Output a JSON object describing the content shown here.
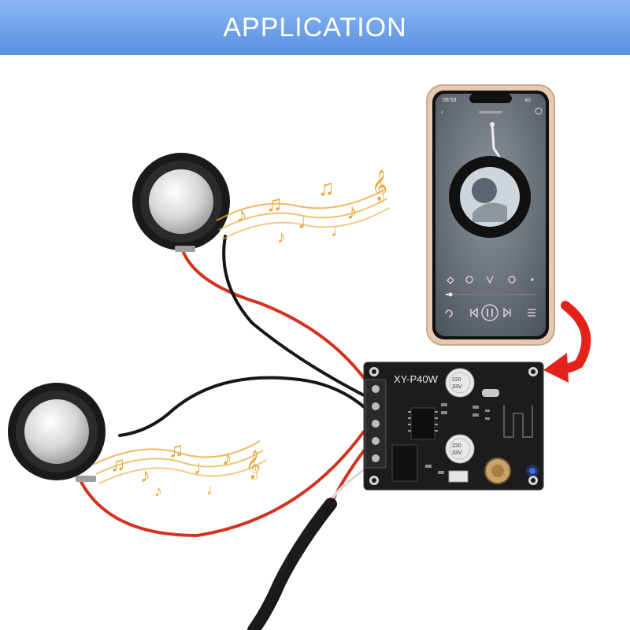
{
  "banner": {
    "title": "APPLICATION"
  },
  "board": {
    "label": "XY-P40W",
    "cap_label": "220",
    "cap_voltage": "33V"
  },
  "phone": {
    "time": "09:53",
    "signal": "4G"
  },
  "colors": {
    "banner": "#6f9fe9",
    "board": "#1c1c1c",
    "wire_red": "#d2321f",
    "wire_black": "#161616",
    "arrow": "#e3231b",
    "music_note": "#e7a93a",
    "phone_frame": "#e4c9b3"
  },
  "icons": [
    "speaker",
    "music-notes",
    "smartphone",
    "curved-arrow",
    "amplifier-board",
    "aux-cable"
  ]
}
